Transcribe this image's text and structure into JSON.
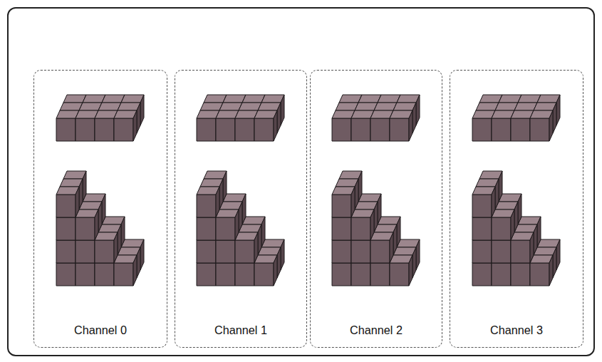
{
  "diagram": {
    "nodes": [
      {
        "text": [
          "Channel 0"
        ]
      },
      {
        "text": [
          "Channel 1"
        ]
      },
      {
        "text": [
          "Channel 2"
        ]
      },
      {
        "text": [
          "Channel 3"
        ]
      }
    ]
  }
}
